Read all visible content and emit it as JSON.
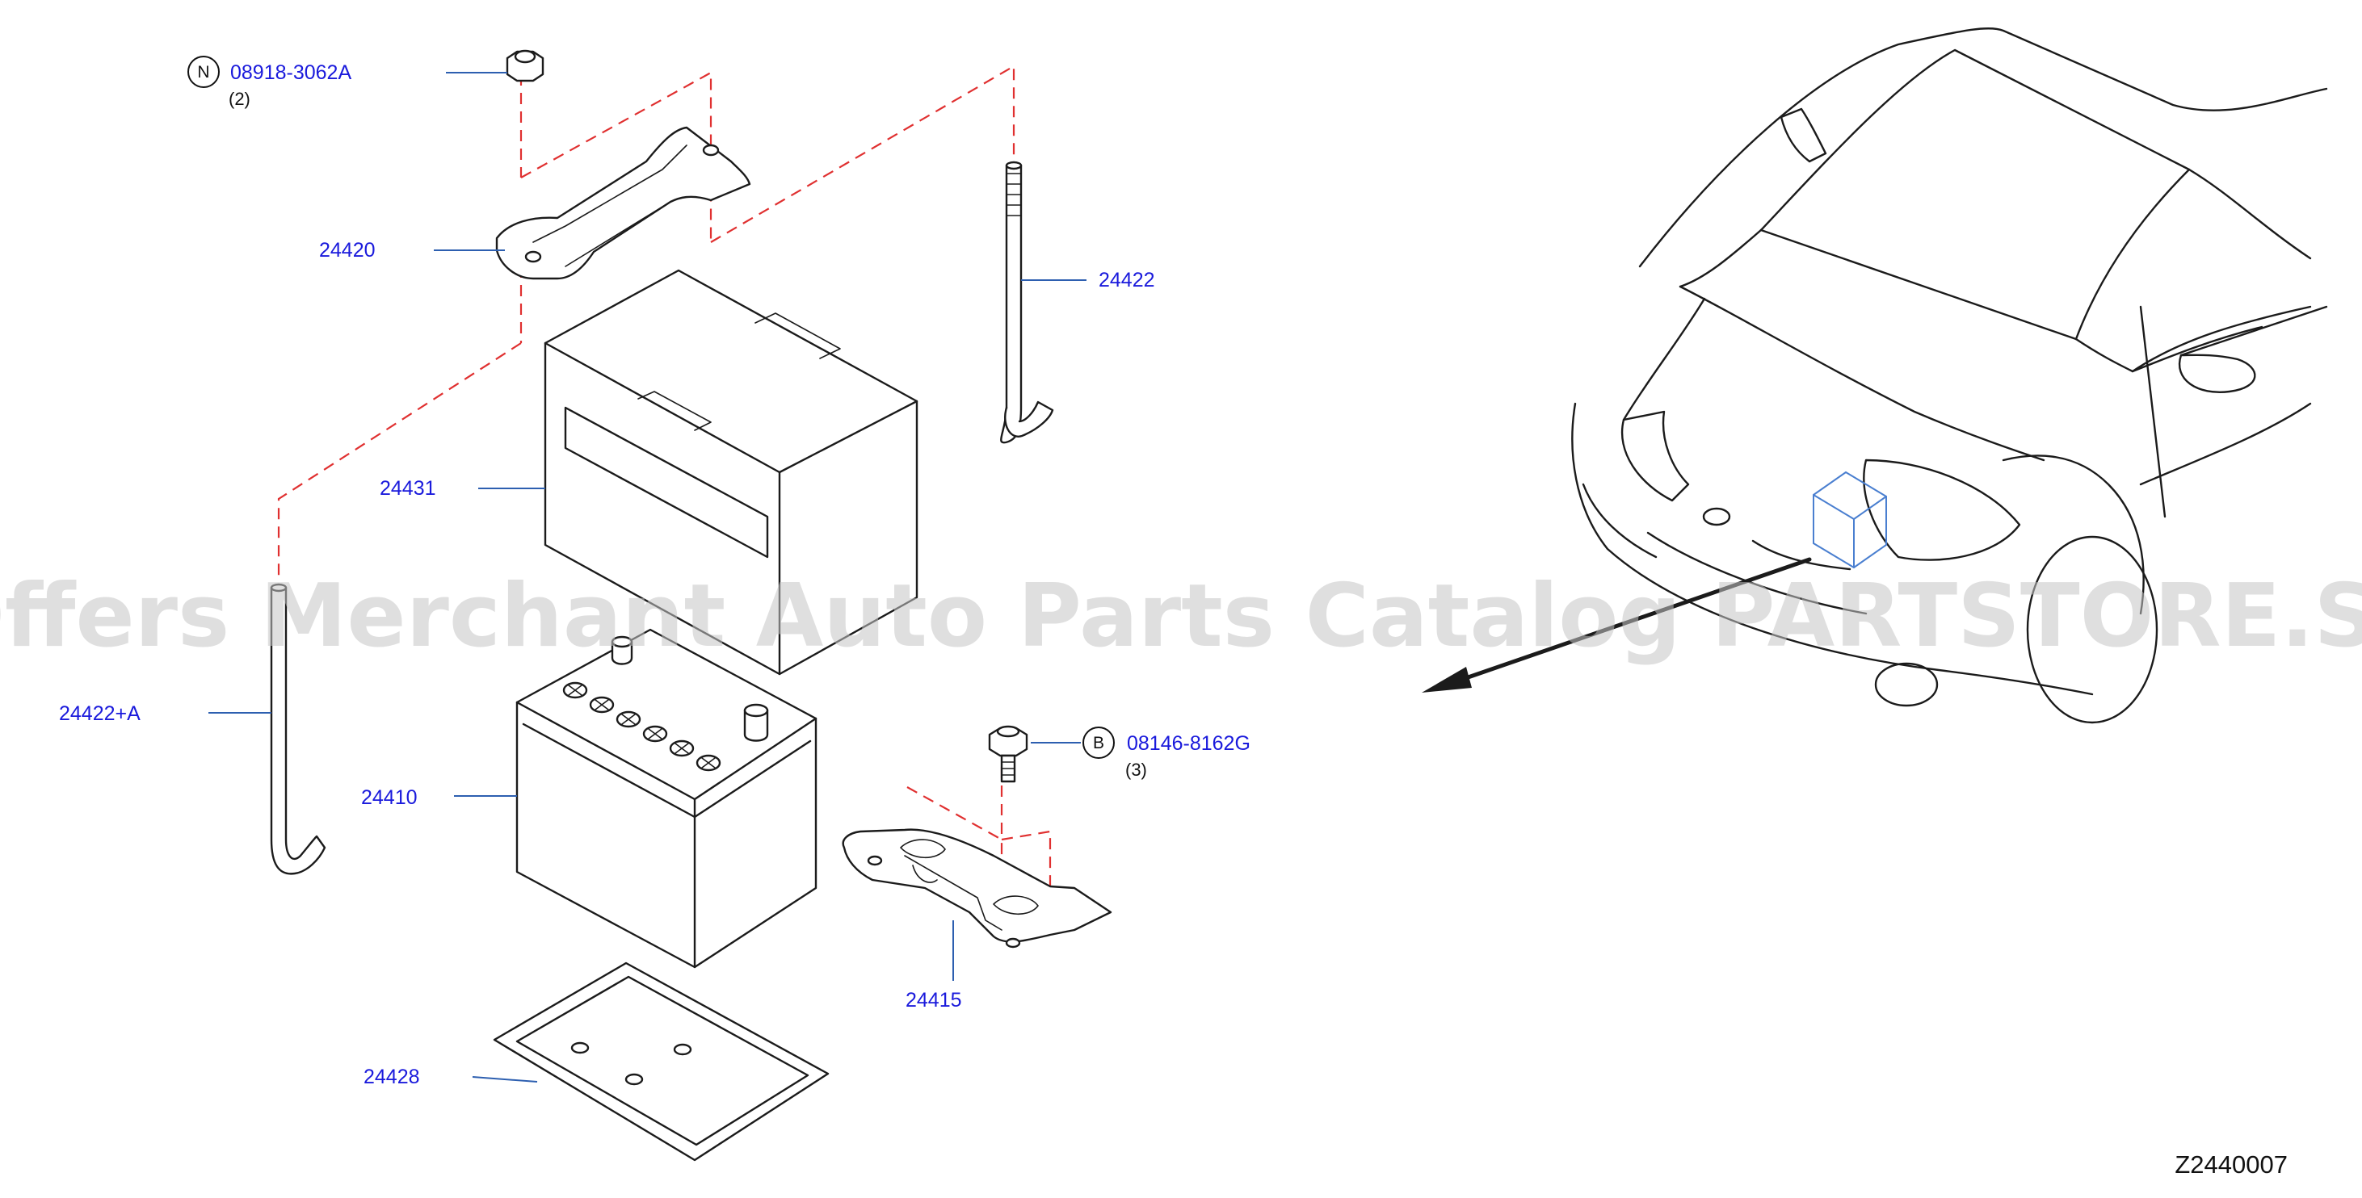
{
  "diagram": {
    "parts": {
      "bracket_nut": {
        "symbol": "N",
        "number": "08918-3062A",
        "qty": "(2)"
      },
      "bolt": {
        "symbol": "B",
        "number": "08146-8162G",
        "qty": "(3)"
      },
      "frame_hold": "24420",
      "rod_right": "24422",
      "rod_left": "24422+A",
      "cover": "24431",
      "battery": "24410",
      "bracket": "24415",
      "tray": "24428"
    },
    "figure_code": "Z2440007",
    "watermark": "Offers Merchant Auto Parts Catalog PARTSTORE.SA"
  },
  "colors": {
    "label": "#1a1adc",
    "leader": "#2d5fb0",
    "dashed_guide": "#e03030"
  }
}
